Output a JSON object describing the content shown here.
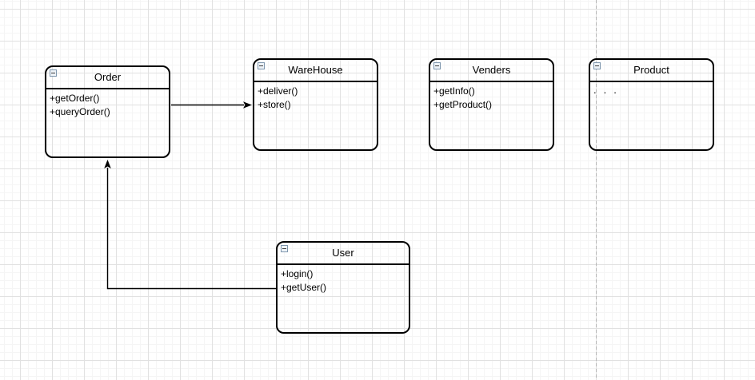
{
  "canvas": {
    "background_color": "#ffffff",
    "grid_minor_color": "#f5f5f5",
    "grid_major_color": "#e1e1e1",
    "page_divider_color": "#b5b5b5",
    "shape_stroke_color": "#000000",
    "connector_color": "#000000"
  },
  "icons": {
    "collapse": "minus-box-icon"
  },
  "classes": [
    {
      "title": "Order",
      "members": [
        "+getOrder()",
        "+queryOrder()"
      ]
    },
    {
      "title": "WareHouse",
      "members": [
        "+deliver()",
        "+store()"
      ]
    },
    {
      "title": "Venders",
      "members": [
        "+getInfo()",
        "+getProduct()"
      ]
    },
    {
      "title": "Product",
      "members": [
        "..."
      ]
    },
    {
      "title": "User",
      "members": [
        "+login()",
        "+getUser()"
      ]
    }
  ],
  "connectors": [
    {
      "from": "Order",
      "to": "WareHouse",
      "style": "solid, filled classic arrowhead"
    },
    {
      "from": "User",
      "to": "Order",
      "style": "solid orthogonal, filled classic arrowhead"
    }
  ]
}
